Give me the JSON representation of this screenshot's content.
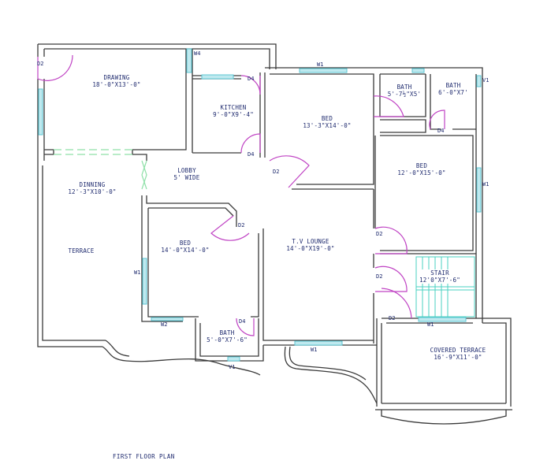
{
  "plan": {
    "title": "FIRST FLOOR PLAN",
    "colors": {
      "walls": "#3a3a3a",
      "windows": "#5cc6d3",
      "doors": "#c044c4",
      "openings": "#8fe0a8",
      "stair": "#48d0c0",
      "text": "#1e2a6e"
    },
    "rooms": [
      {
        "name": "DRAWING",
        "size": "18'-0\"X13'-0\""
      },
      {
        "name": "KITCHEN",
        "size": "9'-0\"X9'-4\""
      },
      {
        "name": "BED",
        "size": "13'-3\"X14'-0\""
      },
      {
        "name": "BATH",
        "size": "5'-7½\"X5'"
      },
      {
        "name": "BATH",
        "size": "6'-0\"X7'"
      },
      {
        "name": "BED",
        "size": "12'-0\"X15'-0\""
      },
      {
        "name": "LOBBY",
        "size": "5' WIDE"
      },
      {
        "name": "DINNING",
        "size": "12'-3\"X10'-0\""
      },
      {
        "name": "TERRACE",
        "size": ""
      },
      {
        "name": "BED",
        "size": "14'-0\"X14'-0\""
      },
      {
        "name": "T.V LOUNGE",
        "size": "14'-0\"X19'-0\""
      },
      {
        "name": "STAIR",
        "size": "12'0\"X7'-6\""
      },
      {
        "name": "BATH",
        "size": "5'-0\"X7'-6\""
      },
      {
        "name": "COVERED TERRACE",
        "size": "16'-9\"X11'-0\""
      }
    ],
    "tags": {
      "d2": "D2",
      "d4": "D4",
      "w1": "W1",
      "w2": "W2",
      "w4": "W4",
      "v1": "V1"
    }
  }
}
